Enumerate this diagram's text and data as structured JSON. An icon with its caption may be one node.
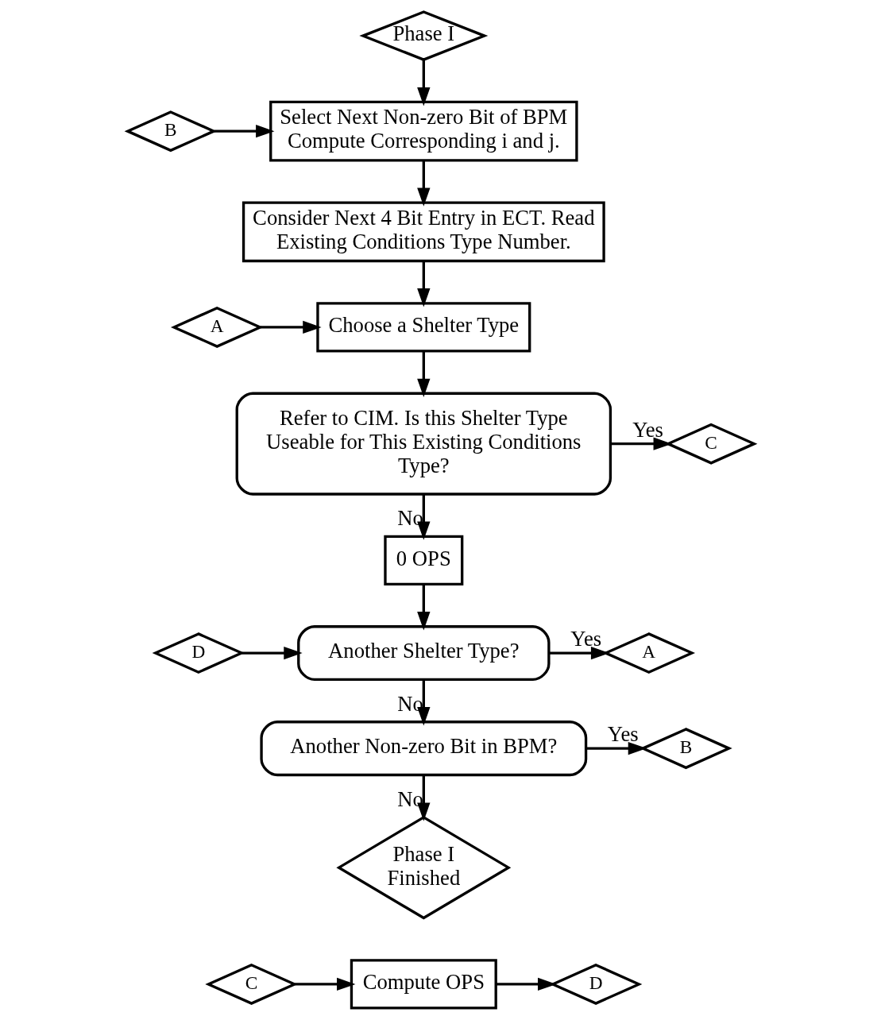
{
  "diagram": {
    "nodes": [
      {
        "text": [
          "Phase I"
        ]
      },
      {
        "text": [
          "B"
        ]
      },
      {
        "text": [
          "Select Next Non-zero Bit of BPM Compute Corresponding i and j."
        ]
      },
      {
        "text": [
          "Consider Next 4 Bit Entry in ECT. Read Existing Conditions Type Number."
        ]
      },
      {
        "text": [
          "A"
        ]
      },
      {
        "text": [
          "Choose a Shelter Type"
        ]
      },
      {
        "text": [
          "Refer to CIM. Is this Shelter Type Useable for This Existing Conditions Type?"
        ]
      },
      {
        "text": [
          "C"
        ]
      },
      {
        "text": [
          "0 OPS"
        ]
      },
      {
        "text": [
          "A"
        ]
      },
      {
        "text": [
          "Another Shelter Type?"
        ]
      },
      {
        "text": [
          "D"
        ]
      },
      {
        "text": [
          "B"
        ]
      },
      {
        "text": [
          "Another Non-zero Bit in BPM?"
        ]
      },
      {
        "text": [
          "Phase I Finished"
        ]
      },
      {
        "text": [
          "C"
        ]
      },
      {
        "text": [
          "Compute OPS"
        ]
      },
      {
        "text": [
          "D"
        ]
      }
    ],
    "edges": [
      {
        "from": 0,
        "to": 2,
        "arrow": "to"
      },
      {
        "from": 1,
        "to": 2,
        "arrow": "to"
      },
      {
        "from": 2,
        "to": 3,
        "arrow": "to"
      },
      {
        "from": 3,
        "to": 5,
        "arrow": "to"
      },
      {
        "from": 4,
        "to": 5,
        "arrow": "to"
      },
      {
        "from": 5,
        "to": 6,
        "arrow": "to"
      },
      {
        "from": 6,
        "to": 7,
        "arrow": "to",
        "label": "Yes"
      },
      {
        "from": 6,
        "to": 8,
        "arrow": "to",
        "label": "No"
      },
      {
        "from": 8,
        "to": 10,
        "arrow": "to"
      },
      {
        "from": 10,
        "to": 9,
        "arrow": "to",
        "label": "Yes"
      },
      {
        "from": 11,
        "to": 10,
        "arrow": "to"
      },
      {
        "from": 10,
        "to": 13,
        "arrow": "to",
        "label": "No"
      },
      {
        "from": 13,
        "to": 12,
        "arrow": "to",
        "label": "Yes"
      },
      {
        "from": 13,
        "to": 14,
        "arrow": "to",
        "label": "No"
      },
      {
        "from": 15,
        "to": 16,
        "arrow": "to"
      },
      {
        "from": 16,
        "to": 17,
        "arrow": "to"
      }
    ]
  }
}
